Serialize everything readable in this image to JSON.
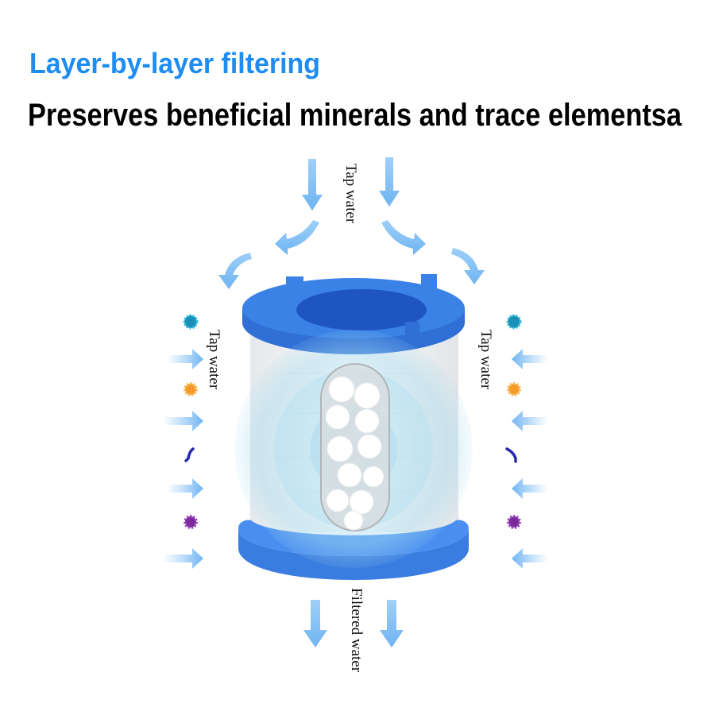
{
  "heading": {
    "subtitle": "Layer-by-layer filtering",
    "title": "Preserves beneficial minerals and trace elementsa"
  },
  "labels": {
    "tap_water_top": "Tap water",
    "tap_water_left": "Tap water",
    "tap_water_right": "Tap water",
    "filtered_water": "Filtered water"
  },
  "colors": {
    "subtitle": "#1e8cf0",
    "cap_blue": "#3a7de0",
    "arrow_blue": "#7fbff5",
    "glow": "#a8dcf0"
  },
  "contaminants": [
    "bacteria-icon",
    "spore-icon",
    "worm-icon",
    "virus-icon"
  ]
}
